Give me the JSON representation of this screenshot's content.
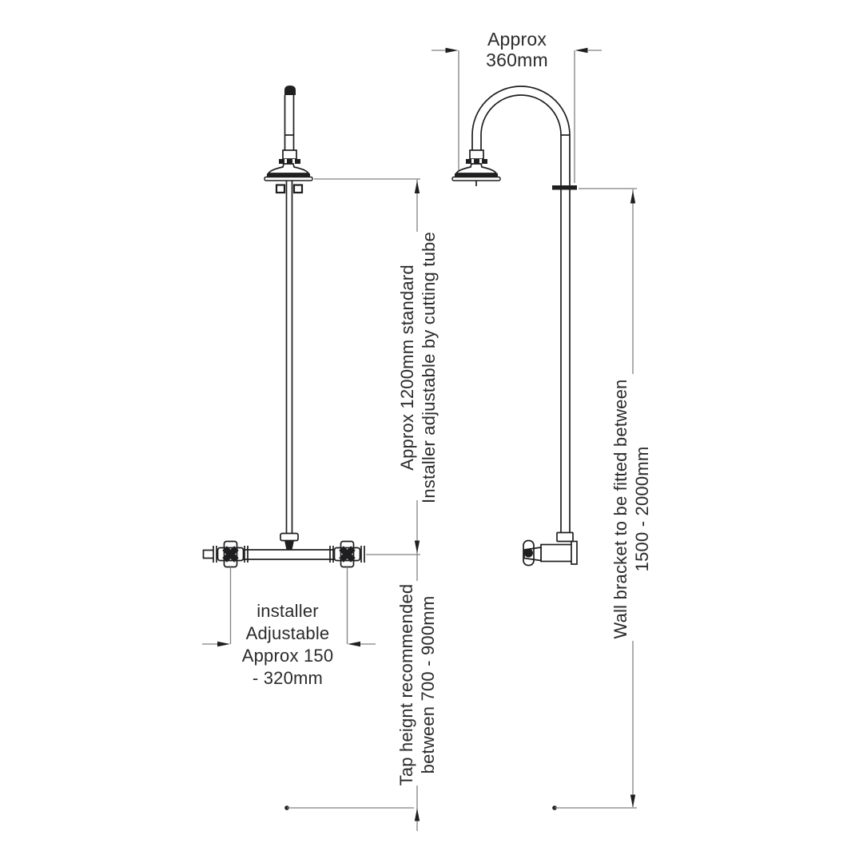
{
  "labels": {
    "head_width": "Approx\n360mm",
    "riser_length": "Approx 1200mm standard\nInstaller adjustable by cutting tube",
    "valve_spacing": "installer\nAdjustable\nApprox 150\n- 320mm",
    "tap_height": "Tap heignt recommended\nbetween 700 - 900mm",
    "wall_bracket": "Wall bracket to be fitted between\n1500 - 2000mm"
  },
  "colors": {
    "drawing_line": "#1f1f21",
    "dimension_line": "#7f8184",
    "text": "#2b2b2d",
    "background": "#ffffff"
  }
}
